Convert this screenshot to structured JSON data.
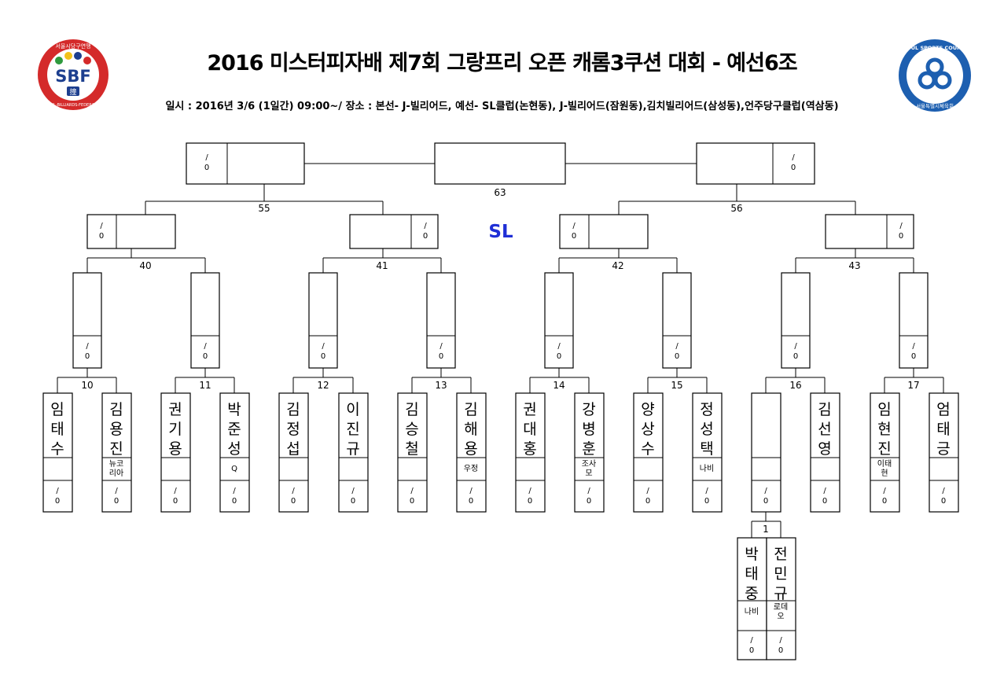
{
  "header": {
    "title": "2016 미스터피자배 제7회 그랑프리 오픈 캐롬3쿠션 대회 - 예선6조",
    "subtitle": "일시 : 2016년 3/6 (1일간) 09:00~/ 장소 : 본선- J-빌리어드, 예선- SL클럽(논현동), J-빌리어드(잠원동),김치빌리어드(삼성동),언주당구클럽(역삼동)",
    "venue_mark": "SL"
  },
  "logos": {
    "left": {
      "text": "SBF",
      "ring_top": "서울시당구연맹",
      "ring_bottom": "SEOUL-BILLIARDS-FEDERATION",
      "badge": "撞"
    },
    "right": {
      "ring_top": "SEOUL SPORTS COUNCIL",
      "ring_bottom": "서울특별시체육회"
    }
  },
  "colors": {
    "accent_blue": "#1f2fd6",
    "logo_red": "#d42a2a",
    "logo_green": "#2e9a3e",
    "logo_yellow": "#f2c21a",
    "logo_navy": "#1d3f8f"
  },
  "score_text": "/ 0",
  "match_numbers": {
    "final": "63",
    "semi_left": "55",
    "semi_right": "56",
    "quarter": [
      "40",
      "41",
      "42",
      "43"
    ],
    "round16": [
      "10",
      "11",
      "12",
      "13",
      "14",
      "15",
      "16",
      "17"
    ],
    "prelim": "1"
  },
  "players": [
    {
      "name": "임태수",
      "club": ""
    },
    {
      "name": "김용진",
      "club": "뉴코리아"
    },
    {
      "name": "권기용",
      "club": ""
    },
    {
      "name": "박준성",
      "club": "Q"
    },
    {
      "name": "김정섭",
      "club": ""
    },
    {
      "name": "이진규",
      "club": ""
    },
    {
      "name": "김승철",
      "club": ""
    },
    {
      "name": "김해용",
      "club": "우정"
    },
    {
      "name": "권대홍",
      "club": ""
    },
    {
      "name": "강병훈",
      "club": "조사모"
    },
    {
      "name": "양상수",
      "club": ""
    },
    {
      "name": "정성택",
      "club": "나비"
    },
    {
      "name": "",
      "club": ""
    },
    {
      "name": "김선영",
      "club": ""
    },
    {
      "name": "임현진",
      "club": "이태현"
    },
    {
      "name": "엄태긍",
      "club": ""
    }
  ],
  "prelim_players": [
    {
      "name": "박태중",
      "club": "나비"
    },
    {
      "name": "전민규",
      "club": "로데오"
    }
  ]
}
